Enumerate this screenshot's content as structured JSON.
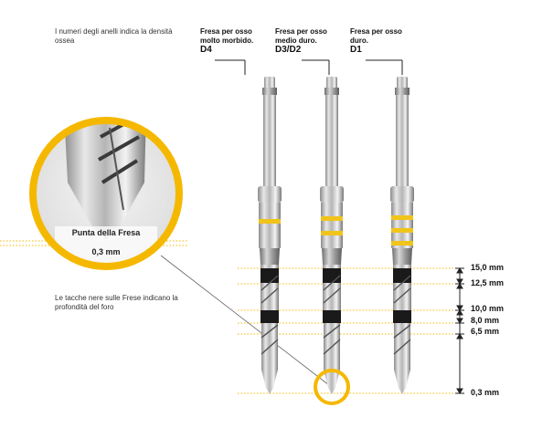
{
  "notes": {
    "rings": "I numeri degli anelli indica la densità ossea",
    "notches": "Le tacche nere sulle Frese indicano la profondità del foro"
  },
  "drills": [
    {
      "name_line1": "Fresa per osso",
      "name_line2": "molto morbido.",
      "code": "D4",
      "rings": 1
    },
    {
      "name_line1": "Fresa per osso",
      "name_line2": "medio duro.",
      "code": "D3/D2",
      "rings": 2
    },
    {
      "name_line1": "Fresa per osso",
      "name_line2": "duro.",
      "code": "D1",
      "rings": 3
    }
  ],
  "tip_callout": {
    "title": "Punta della Fresa",
    "value": "0,3 mm"
  },
  "depths": [
    "15,0 mm",
    "12,5 mm",
    "10,0 mm",
    "8,0 mm",
    "6,5 mm",
    "0,3 mm"
  ],
  "colors": {
    "accent": "#f5b800",
    "ring": "#f0c419",
    "dotted": "#f5b800",
    "notch": "#1a1a1a"
  }
}
